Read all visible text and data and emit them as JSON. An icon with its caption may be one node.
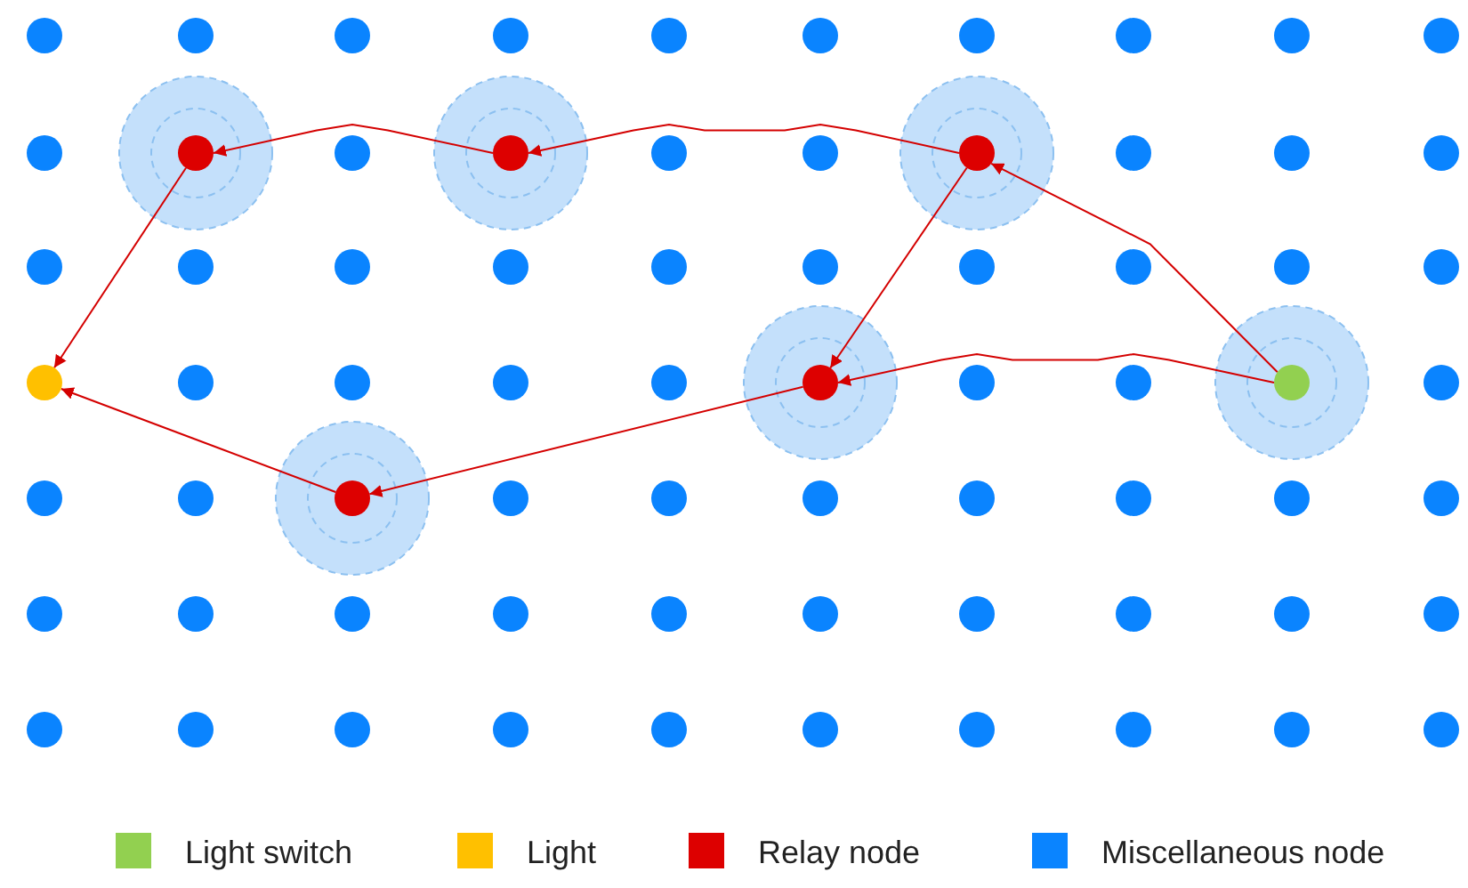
{
  "diagram": {
    "nodes": [
      {
        "text": [],
        "shape": "circle"
      },
      {
        "text": [],
        "shape": "circle"
      },
      {
        "text": [],
        "shape": "circle"
      },
      {
        "text": [],
        "shape": "circle"
      },
      {
        "text": [],
        "shape": "circle"
      },
      {
        "text": [],
        "shape": "circle"
      },
      {
        "text": [],
        "shape": "circle"
      },
      {
        "text": [],
        "shape": "circle"
      },
      {
        "text": [],
        "shape": "circle"
      },
      {
        "text": [],
        "shape": "circle"
      },
      {
        "text": [],
        "shape": "circle"
      },
      {
        "text": [],
        "shape": "circle"
      },
      {
        "text": [],
        "shape": "circle"
      },
      {
        "text": [],
        "shape": "circle"
      },
      {
        "text": [],
        "shape": "circle"
      },
      {
        "text": [],
        "shape": "circle"
      },
      {
        "text": [],
        "shape": "circle"
      },
      {
        "text": [],
        "shape": "circle"
      },
      {
        "text": [],
        "shape": "circle"
      },
      {
        "text": [],
        "shape": "circle"
      },
      {
        "text": [],
        "shape": "circle"
      },
      {
        "text": [],
        "shape": "circle"
      },
      {
        "text": [],
        "shape": "circle"
      },
      {
        "text": [],
        "shape": "circle"
      },
      {
        "text": [],
        "shape": "circle"
      },
      {
        "text": [],
        "shape": "circle"
      },
      {
        "text": [],
        "shape": "circle"
      },
      {
        "text": [],
        "shape": "circle"
      },
      {
        "text": [],
        "shape": "circle"
      },
      {
        "text": [],
        "shape": "circle"
      },
      {
        "text": [],
        "shape": "circle"
      },
      {
        "text": [],
        "shape": "circle"
      },
      {
        "text": [],
        "shape": "circle"
      },
      {
        "text": [],
        "shape": "circle"
      },
      {
        "text": [],
        "shape": "circle"
      },
      {
        "text": [],
        "shape": "circle"
      },
      {
        "text": [],
        "shape": "circle"
      },
      {
        "text": [],
        "shape": "circle"
      },
      {
        "text": [],
        "shape": "circle"
      },
      {
        "text": [],
        "shape": "circle"
      },
      {
        "text": [],
        "shape": "circle"
      },
      {
        "text": [],
        "shape": "circle"
      },
      {
        "text": [],
        "shape": "circle"
      },
      {
        "text": [],
        "shape": "circle"
      },
      {
        "text": [],
        "shape": "circle"
      },
      {
        "text": [],
        "shape": "circle"
      },
      {
        "text": [],
        "shape": "circle"
      },
      {
        "text": [],
        "shape": "circle"
      },
      {
        "text": [],
        "shape": "circle"
      },
      {
        "text": [],
        "shape": "circle"
      },
      {
        "text": [],
        "shape": "circle"
      },
      {
        "text": [],
        "shape": "circle"
      },
      {
        "text": [],
        "shape": "circle"
      },
      {
        "text": [],
        "shape": "circle"
      },
      {
        "text": [],
        "shape": "circle"
      },
      {
        "text": [],
        "shape": "circle"
      },
      {
        "text": [],
        "shape": "circle"
      },
      {
        "text": [],
        "shape": "circle"
      },
      {
        "text": [],
        "shape": "circle"
      },
      {
        "text": [],
        "shape": "circle"
      },
      {
        "text": [],
        "shape": "circle"
      },
      {
        "text": [],
        "shape": "circle"
      },
      {
        "text": [],
        "shape": "circle"
      },
      {
        "text": [],
        "shape": "circle"
      },
      {
        "text": [],
        "shape": "circle"
      },
      {
        "text": [],
        "shape": "circle"
      },
      {
        "text": [],
        "shape": "circle"
      },
      {
        "text": [],
        "shape": "circle"
      },
      {
        "text": [],
        "shape": "circle"
      },
      {
        "text": [],
        "shape": "circle"
      }
    ],
    "edges": [
      {
        "from": 38,
        "to": 16,
        "arrow": "to"
      },
      {
        "from": 16,
        "to": 13,
        "arrow": "to"
      },
      {
        "from": 13,
        "to": 11,
        "arrow": "to"
      },
      {
        "from": 11,
        "to": 30,
        "arrow": "to"
      },
      {
        "from": 16,
        "to": 35,
        "arrow": "to"
      },
      {
        "from": 38,
        "to": 35,
        "arrow": "to"
      },
      {
        "from": 35,
        "to": 42,
        "arrow": "to"
      },
      {
        "from": 42,
        "to": 30,
        "arrow": "to"
      }
    ],
    "legend": [
      {
        "text": "Light switch",
        "color": "#92d050"
      },
      {
        "text": "Light",
        "color": "#ffc000"
      },
      {
        "text": "Relay node",
        "color": "#dd0000"
      },
      {
        "text": "Miscellaneous node",
        "color": "#0a84ff"
      }
    ]
  }
}
